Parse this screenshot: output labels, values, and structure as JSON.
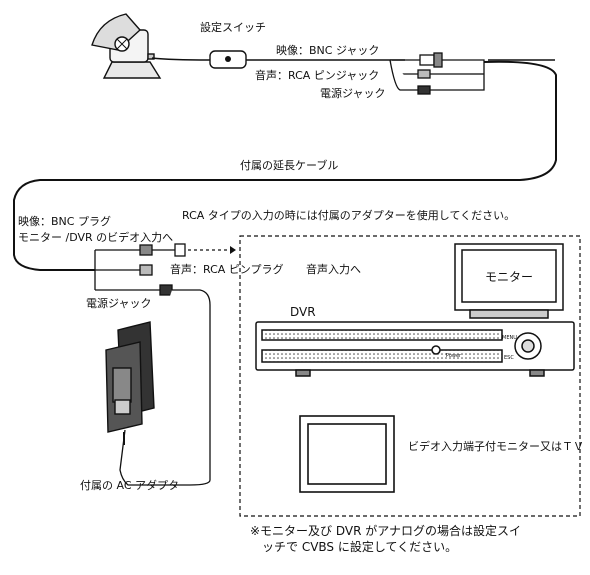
{
  "labels": {
    "settings_switch": "設定スイッチ",
    "video_bnc_jack": "映像：BNC ジャック",
    "audio_rca_pin_jack": "音声：RCA ピンジャック",
    "power_jack_top": "電源ジャック",
    "extension_cable": "付属の延長ケーブル",
    "video_bnc_plug": "映像：BNC プラグ",
    "monitor_dvr_video_in": "モニター /DVR のビデオ入力へ",
    "rca_adapter_note": "RCA タイプの入力の時には付属のアダプターを使用してください。",
    "audio_rca_pin_plug": "音声：RCA ピンプラグ",
    "audio_input": "音声入力へ",
    "power_jack_bottom": "電源ジャック",
    "ac_adapter": "付属の AC アダプター",
    "dvr": "DVR",
    "monitor_screen": "モニター",
    "video_in_monitor_tv": "ビデオ入力端子付モニター又はＴＶ",
    "dvr_power": "Power",
    "dvr_menu": "MENU",
    "dvr_esc": "ESC"
  },
  "footnote": {
    "line1": "※モニター及び DVR がアナログの場合は設定スイ",
    "line2": "ッチで CVBS に設定してください。"
  }
}
